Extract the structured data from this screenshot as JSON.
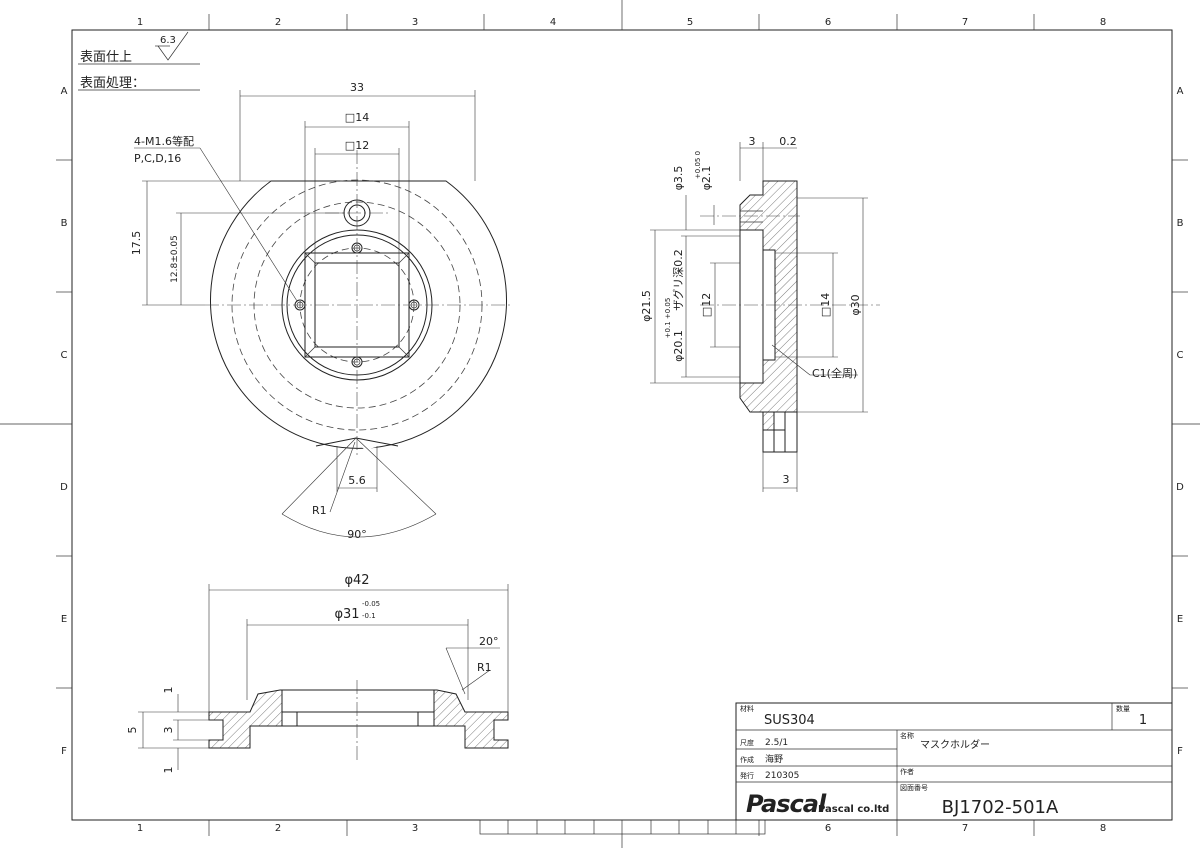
{
  "border": {
    "columns_top": [
      "1",
      "2",
      "3",
      "4",
      "5",
      "6",
      "7",
      "8"
    ],
    "columns_bottom": [
      "1",
      "2",
      "3",
      "6",
      "7",
      "8"
    ],
    "rows": [
      "A",
      "B",
      "C",
      "D",
      "E",
      "F"
    ]
  },
  "surface_notes": {
    "finish_label": "表面仕上",
    "roughness": "6.3",
    "treatment_label": "表面処理："
  },
  "front_view": {
    "width_33": "33",
    "square_14": "□14",
    "square_12": "□12",
    "holes_note_1": "4-M1.6等配",
    "holes_note_2": "P,C,D,16",
    "dim_17_5": "17.5",
    "dim_12_8": "12.8±0.05",
    "dim_5_6": "5.6",
    "radius": "R1",
    "angle": "90°"
  },
  "side_view": {
    "dim_3_top": "3",
    "dim_0_2": "0.2",
    "dim_3_5": "φ3.5",
    "dim_2_1": "φ2.1",
    "dim_2_1_tol": "+0.05 0",
    "dim_21_5": "φ21.5",
    "dim_20_1": "φ20.1",
    "dim_20_1_tol": "+0.1 +0.05",
    "dim_20_1_note": "ザグリ深0.2",
    "square_12": "□12",
    "square_14": "□14",
    "dim_30": "φ30",
    "chamfer": "C1(全周)",
    "dim_3_bottom": "3"
  },
  "section_view": {
    "dia_42": "φ42",
    "dia_31": "φ31",
    "dia_31_tol_upper": "-0.05",
    "dia_31_tol_lower": "-0.1",
    "angle": "20°",
    "radius": "R1",
    "dim_5": "5",
    "dim_3": "3",
    "dim_1_top": "1",
    "dim_1_bottom": "1"
  },
  "title_block": {
    "material_label": "材料",
    "material": "SUS304",
    "quantity_label": "数量",
    "quantity": "1",
    "scale_label": "尺度",
    "scale": "2.5/1",
    "name_label": "名称",
    "name": "マスクホルダー",
    "author_label": "作成",
    "author": "海野",
    "issued_label": "発行",
    "issued": "210305",
    "author2_label": "作者",
    "drawing_no_label": "図面番号",
    "drawing_no": "BJ1702-501A",
    "company_logo": "Pascal",
    "company": "Pascal co.ltd"
  },
  "colors": {
    "line": "#222222",
    "background": "#ffffff"
  }
}
